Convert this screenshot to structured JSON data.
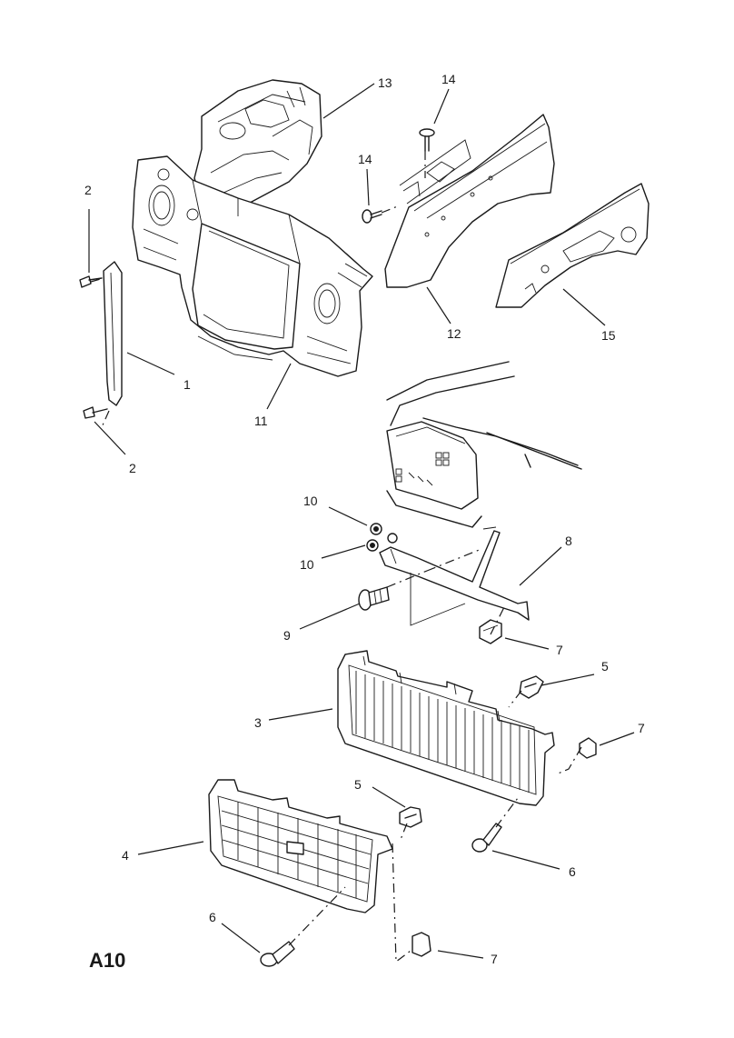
{
  "diagram": {
    "plate_label": "A10",
    "callouts": [
      {
        "id": "c1",
        "text": "1"
      },
      {
        "id": "c2a",
        "text": "2"
      },
      {
        "id": "c2b",
        "text": "2"
      },
      {
        "id": "c3",
        "text": "3"
      },
      {
        "id": "c4",
        "text": "4"
      },
      {
        "id": "c5a",
        "text": "5"
      },
      {
        "id": "c5b",
        "text": "5"
      },
      {
        "id": "c6a",
        "text": "6"
      },
      {
        "id": "c6b",
        "text": "6"
      },
      {
        "id": "c7a",
        "text": "7"
      },
      {
        "id": "c7b",
        "text": "7"
      },
      {
        "id": "c7c",
        "text": "7"
      },
      {
        "id": "c8",
        "text": "8"
      },
      {
        "id": "c9",
        "text": "9"
      },
      {
        "id": "c10a",
        "text": "10"
      },
      {
        "id": "c10b",
        "text": "10"
      },
      {
        "id": "c11",
        "text": "11"
      },
      {
        "id": "c12",
        "text": "12"
      },
      {
        "id": "c13",
        "text": "13"
      },
      {
        "id": "c14a",
        "text": "14"
      },
      {
        "id": "c14b",
        "text": "14"
      },
      {
        "id": "c15",
        "text": "15"
      }
    ]
  }
}
